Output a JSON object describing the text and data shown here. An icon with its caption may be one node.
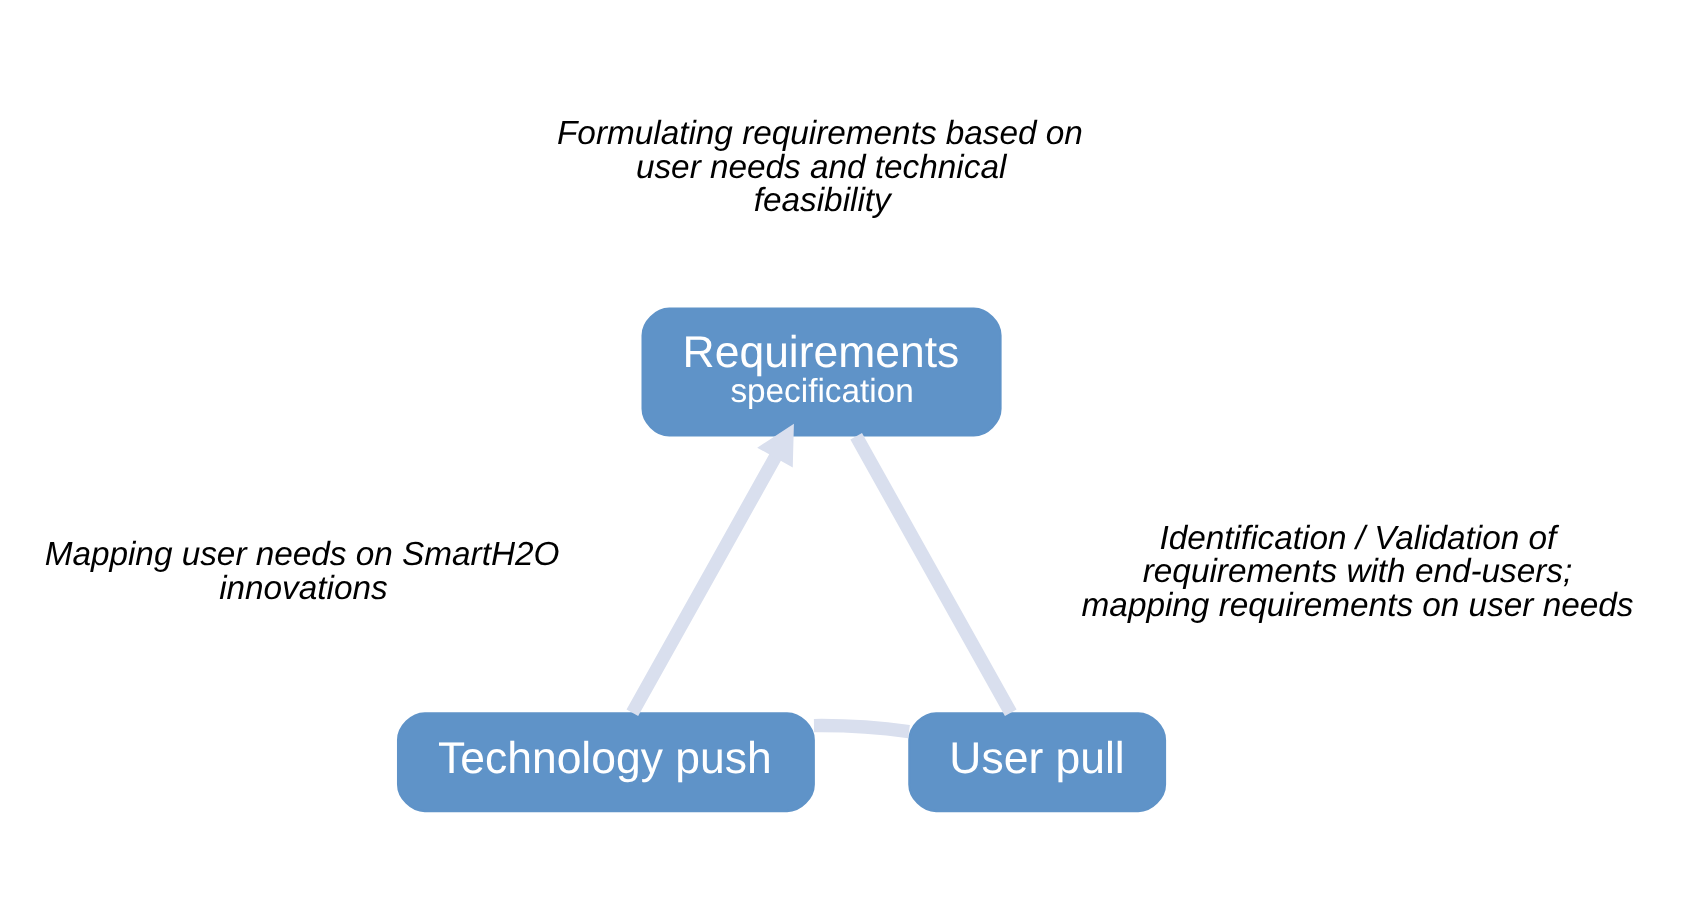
{
  "diagram": {
    "nodes": [
      {
        "text": [
          "Requirements",
          "specification"
        ],
        "beside": [
          "Formulating requirements based on user needs and technical feasibility"
        ]
      },
      {
        "text": [
          "User pull"
        ],
        "beside": [
          "Identification / Validation of requirements with end-users; mapping requirements on user needs"
        ]
      },
      {
        "text": [
          "Technology push"
        ],
        "beside": [
          "Mapping user needs on SmartH2O innovations"
        ]
      }
    ],
    "edges": [
      {
        "from": 0,
        "to": 1,
        "arrow": "none"
      },
      {
        "from": 1,
        "to": 2,
        "arrow": "none"
      },
      {
        "from": 2,
        "to": 0,
        "arrow": "to"
      }
    ]
  }
}
